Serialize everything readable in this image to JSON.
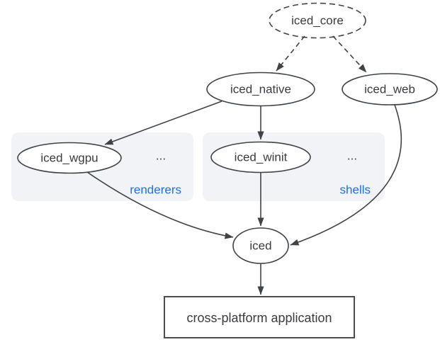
{
  "nodes": {
    "iced_core": "iced_core",
    "iced_native": "iced_native",
    "iced_web": "iced_web",
    "iced_wgpu": "iced_wgpu",
    "iced_winit": "iced_winit",
    "iced": "iced",
    "app": "cross-platform application"
  },
  "groups": {
    "renderers": {
      "label": "renderers",
      "ellipsis": "..."
    },
    "shells": {
      "label": "shells",
      "ellipsis": "..."
    }
  },
  "edges": [
    {
      "from": "iced_core",
      "to": "iced_native",
      "style": "dashed"
    },
    {
      "from": "iced_core",
      "to": "iced_web",
      "style": "dashed"
    },
    {
      "from": "iced_native",
      "to": "iced_wgpu",
      "style": "solid"
    },
    {
      "from": "iced_native",
      "to": "iced_winit",
      "style": "solid"
    },
    {
      "from": "iced_wgpu",
      "to": "iced",
      "style": "solid"
    },
    {
      "from": "iced_winit",
      "to": "iced",
      "style": "solid"
    },
    {
      "from": "iced_web",
      "to": "iced",
      "style": "solid"
    },
    {
      "from": "iced",
      "to": "app",
      "style": "solid"
    }
  ],
  "colors": {
    "line": "#3e4347",
    "text": "#383c40",
    "accent_blue": "#1a73e8",
    "group_background": "#f1f3f6",
    "background": "#ffffff"
  }
}
